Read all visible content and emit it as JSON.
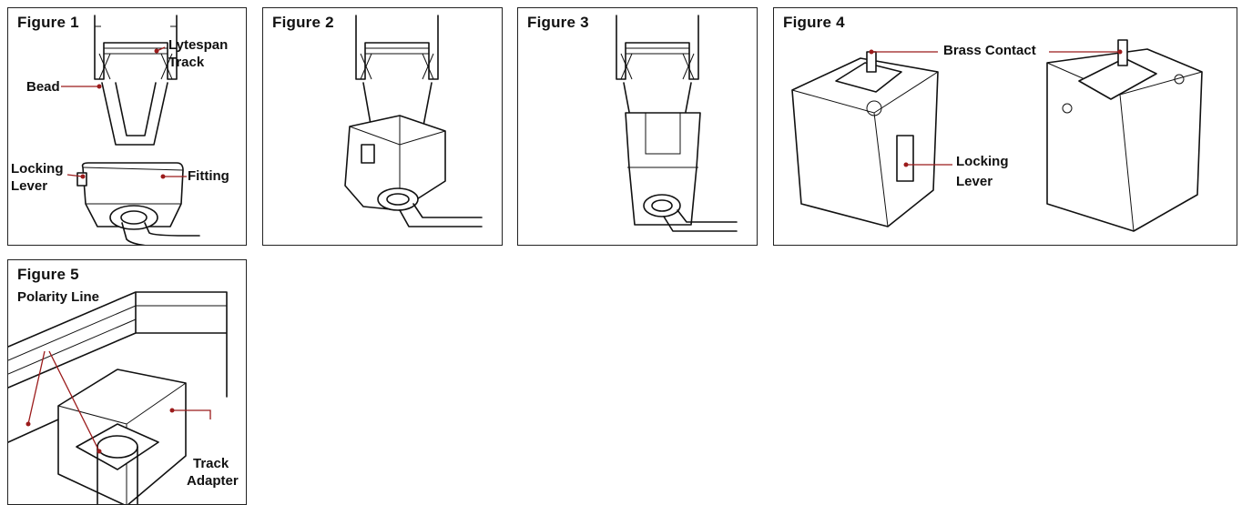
{
  "figures": [
    {
      "title": "Figure 1",
      "labels": {
        "track_1": "Lytespan",
        "track_2": "Track",
        "bead": "Bead",
        "lever_1": "Locking",
        "lever_2": "Lever",
        "fitting": "Fitting"
      }
    },
    {
      "title": "Figure  2"
    },
    {
      "title": "Figure  3"
    },
    {
      "title": "Figure  4",
      "labels": {
        "brass": "Brass Contact",
        "lever_1": "Locking",
        "lever_2": "Lever"
      }
    },
    {
      "title": "Figure 5",
      "labels": {
        "polarity": "Polarity Line",
        "adapter_1": "Track",
        "adapter_2": "Adapter"
      }
    }
  ],
  "colors": {
    "leader": "#9b1b1b",
    "line": "#111111",
    "border": "#222222"
  }
}
